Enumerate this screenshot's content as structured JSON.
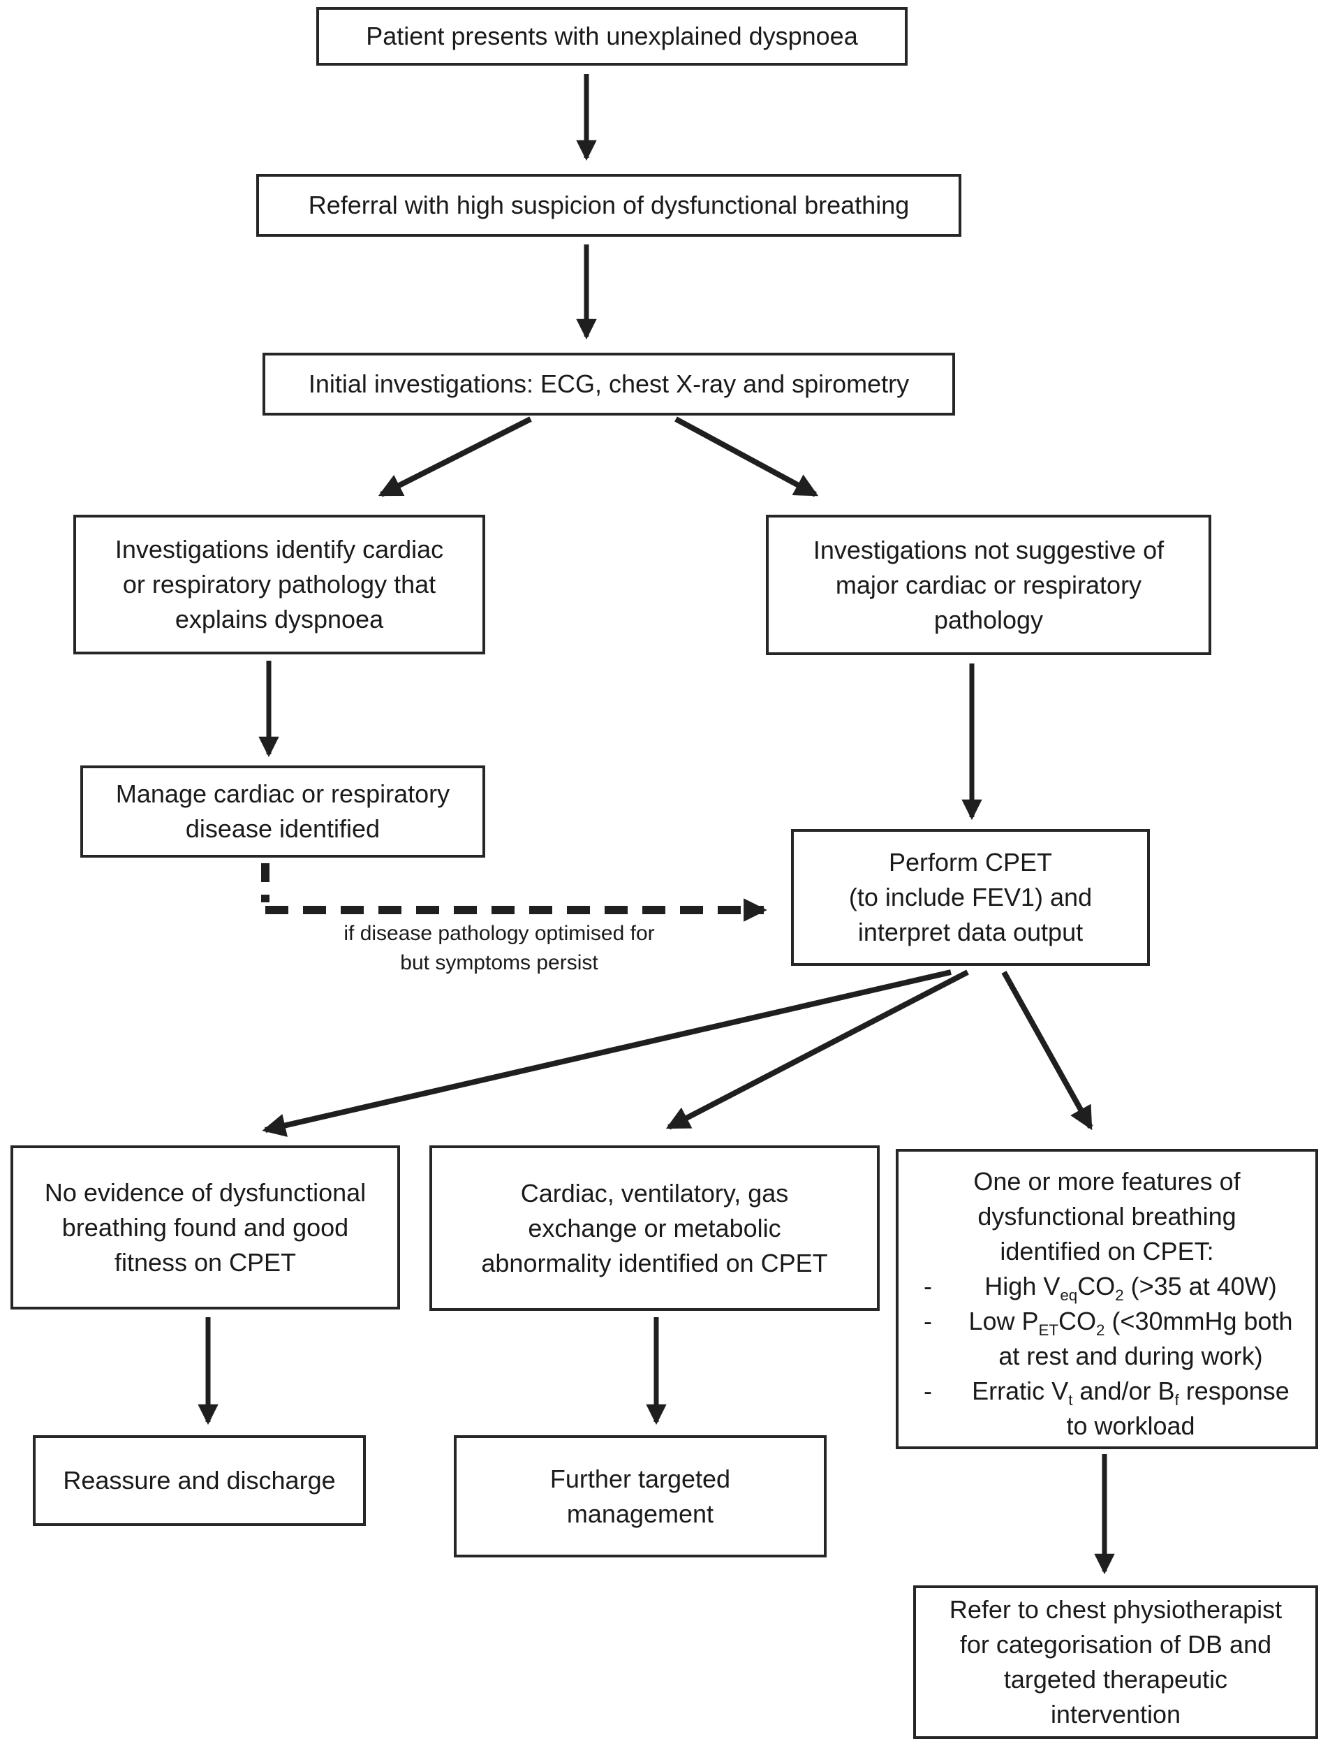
{
  "figure": {
    "background": "#ffffff",
    "line_color": "#1f1f1f",
    "text_color": "#1a1a1a",
    "bullet_marker": "-",
    "nodes": {
      "present": {
        "label": "Patient presents with unexplained dyspnoea"
      },
      "referral": {
        "label": "Referral with high suspicion of dysfunctional breathing"
      },
      "initial": {
        "label": "Initial investigations: ECG, chest X-ray and spirometry"
      },
      "identify": {
        "label": "Investigations identify cardiac\nor respiratory pathology that\nexplains dyspnoea"
      },
      "not_suggestive": {
        "label": "Investigations not suggestive of\nmajor cardiac or respiratory\npathology"
      },
      "manage": {
        "label": "Manage cardiac or respiratory\ndisease identified"
      },
      "cpet": {
        "label": "Perform CPET\n(to include FEV1) and\ninterpret data output"
      },
      "no_evidence": {
        "label": "No evidence of dysfunctional\nbreathing found and good\nfitness on CPET"
      },
      "abnormality": {
        "label": "Cardiac, ventilatory, gas\nexchange or metabolic\nabnormality identified on CPET"
      },
      "features": {
        "title": "One or more features of\ndysfunctional breathing\nidentified on CPET:",
        "bullets": [
          "High V~eq~CO~2~ (>35 at 40W)",
          "Low P~ET~CO~2~ (<30mmHg both\nat rest and during work)",
          "Erratic V~t~ and/or B~f~ response\nto workload"
        ]
      },
      "reassure": {
        "label": "Reassure and discharge"
      },
      "further": {
        "label": "Further targeted\nmanagement"
      },
      "refer": {
        "label": "Refer to chest physiotherapist\nfor categorisation of DB and\ntargeted therapeutic\nintervention"
      }
    },
    "edges": [
      {
        "from": "present",
        "to": "referral",
        "style": "solid"
      },
      {
        "from": "referral",
        "to": "initial",
        "style": "solid"
      },
      {
        "from": "initial",
        "to": "identify",
        "style": "solid"
      },
      {
        "from": "initial",
        "to": "not_suggestive",
        "style": "solid"
      },
      {
        "from": "identify",
        "to": "manage",
        "style": "solid"
      },
      {
        "from": "not_suggestive",
        "to": "cpet",
        "style": "solid"
      },
      {
        "from": "manage",
        "to": "cpet",
        "style": "dashed",
        "label": "if disease pathology optimised for\nbut symptoms persist"
      },
      {
        "from": "cpet",
        "to": "no_evidence",
        "style": "solid"
      },
      {
        "from": "cpet",
        "to": "abnormality",
        "style": "solid"
      },
      {
        "from": "cpet",
        "to": "features",
        "style": "solid"
      },
      {
        "from": "no_evidence",
        "to": "reassure",
        "style": "solid"
      },
      {
        "from": "abnormality",
        "to": "further",
        "style": "solid"
      },
      {
        "from": "features",
        "to": "refer",
        "style": "solid"
      }
    ]
  }
}
